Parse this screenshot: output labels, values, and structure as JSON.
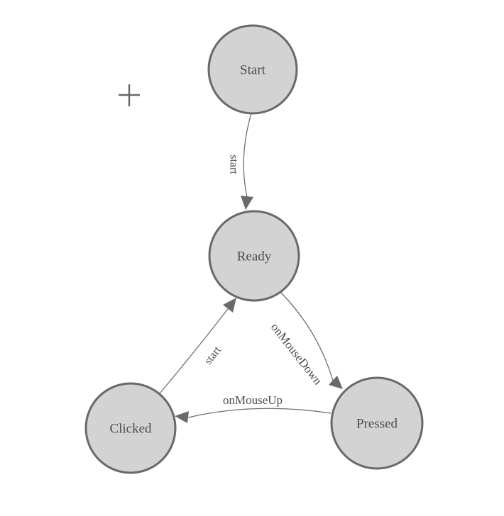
{
  "colors": {
    "background": "#ffffff",
    "node_fill": "#d3d3d3",
    "node_stroke": "#696969",
    "node_text": "#4d4d4d",
    "edge_line": "#6f6f6f",
    "arrowhead_fill": "#6a6a6a",
    "edge_text": "#4d4d4d",
    "crosshair": "#696969"
  },
  "nodes": [
    {
      "id": "start",
      "label": "Start"
    },
    {
      "id": "ready",
      "label": "Ready"
    },
    {
      "id": "clicked",
      "label": "Clicked"
    },
    {
      "id": "pressed",
      "label": "Pressed"
    }
  ],
  "edges": [
    {
      "from": "start",
      "to": "ready",
      "label": "start"
    },
    {
      "from": "ready",
      "to": "pressed",
      "label": "onMouseDown"
    },
    {
      "from": "pressed",
      "to": "clicked",
      "label": "onMouseUp"
    },
    {
      "from": "clicked",
      "to": "ready",
      "label": "start"
    }
  ],
  "crosshair": {
    "symbol": "+"
  }
}
